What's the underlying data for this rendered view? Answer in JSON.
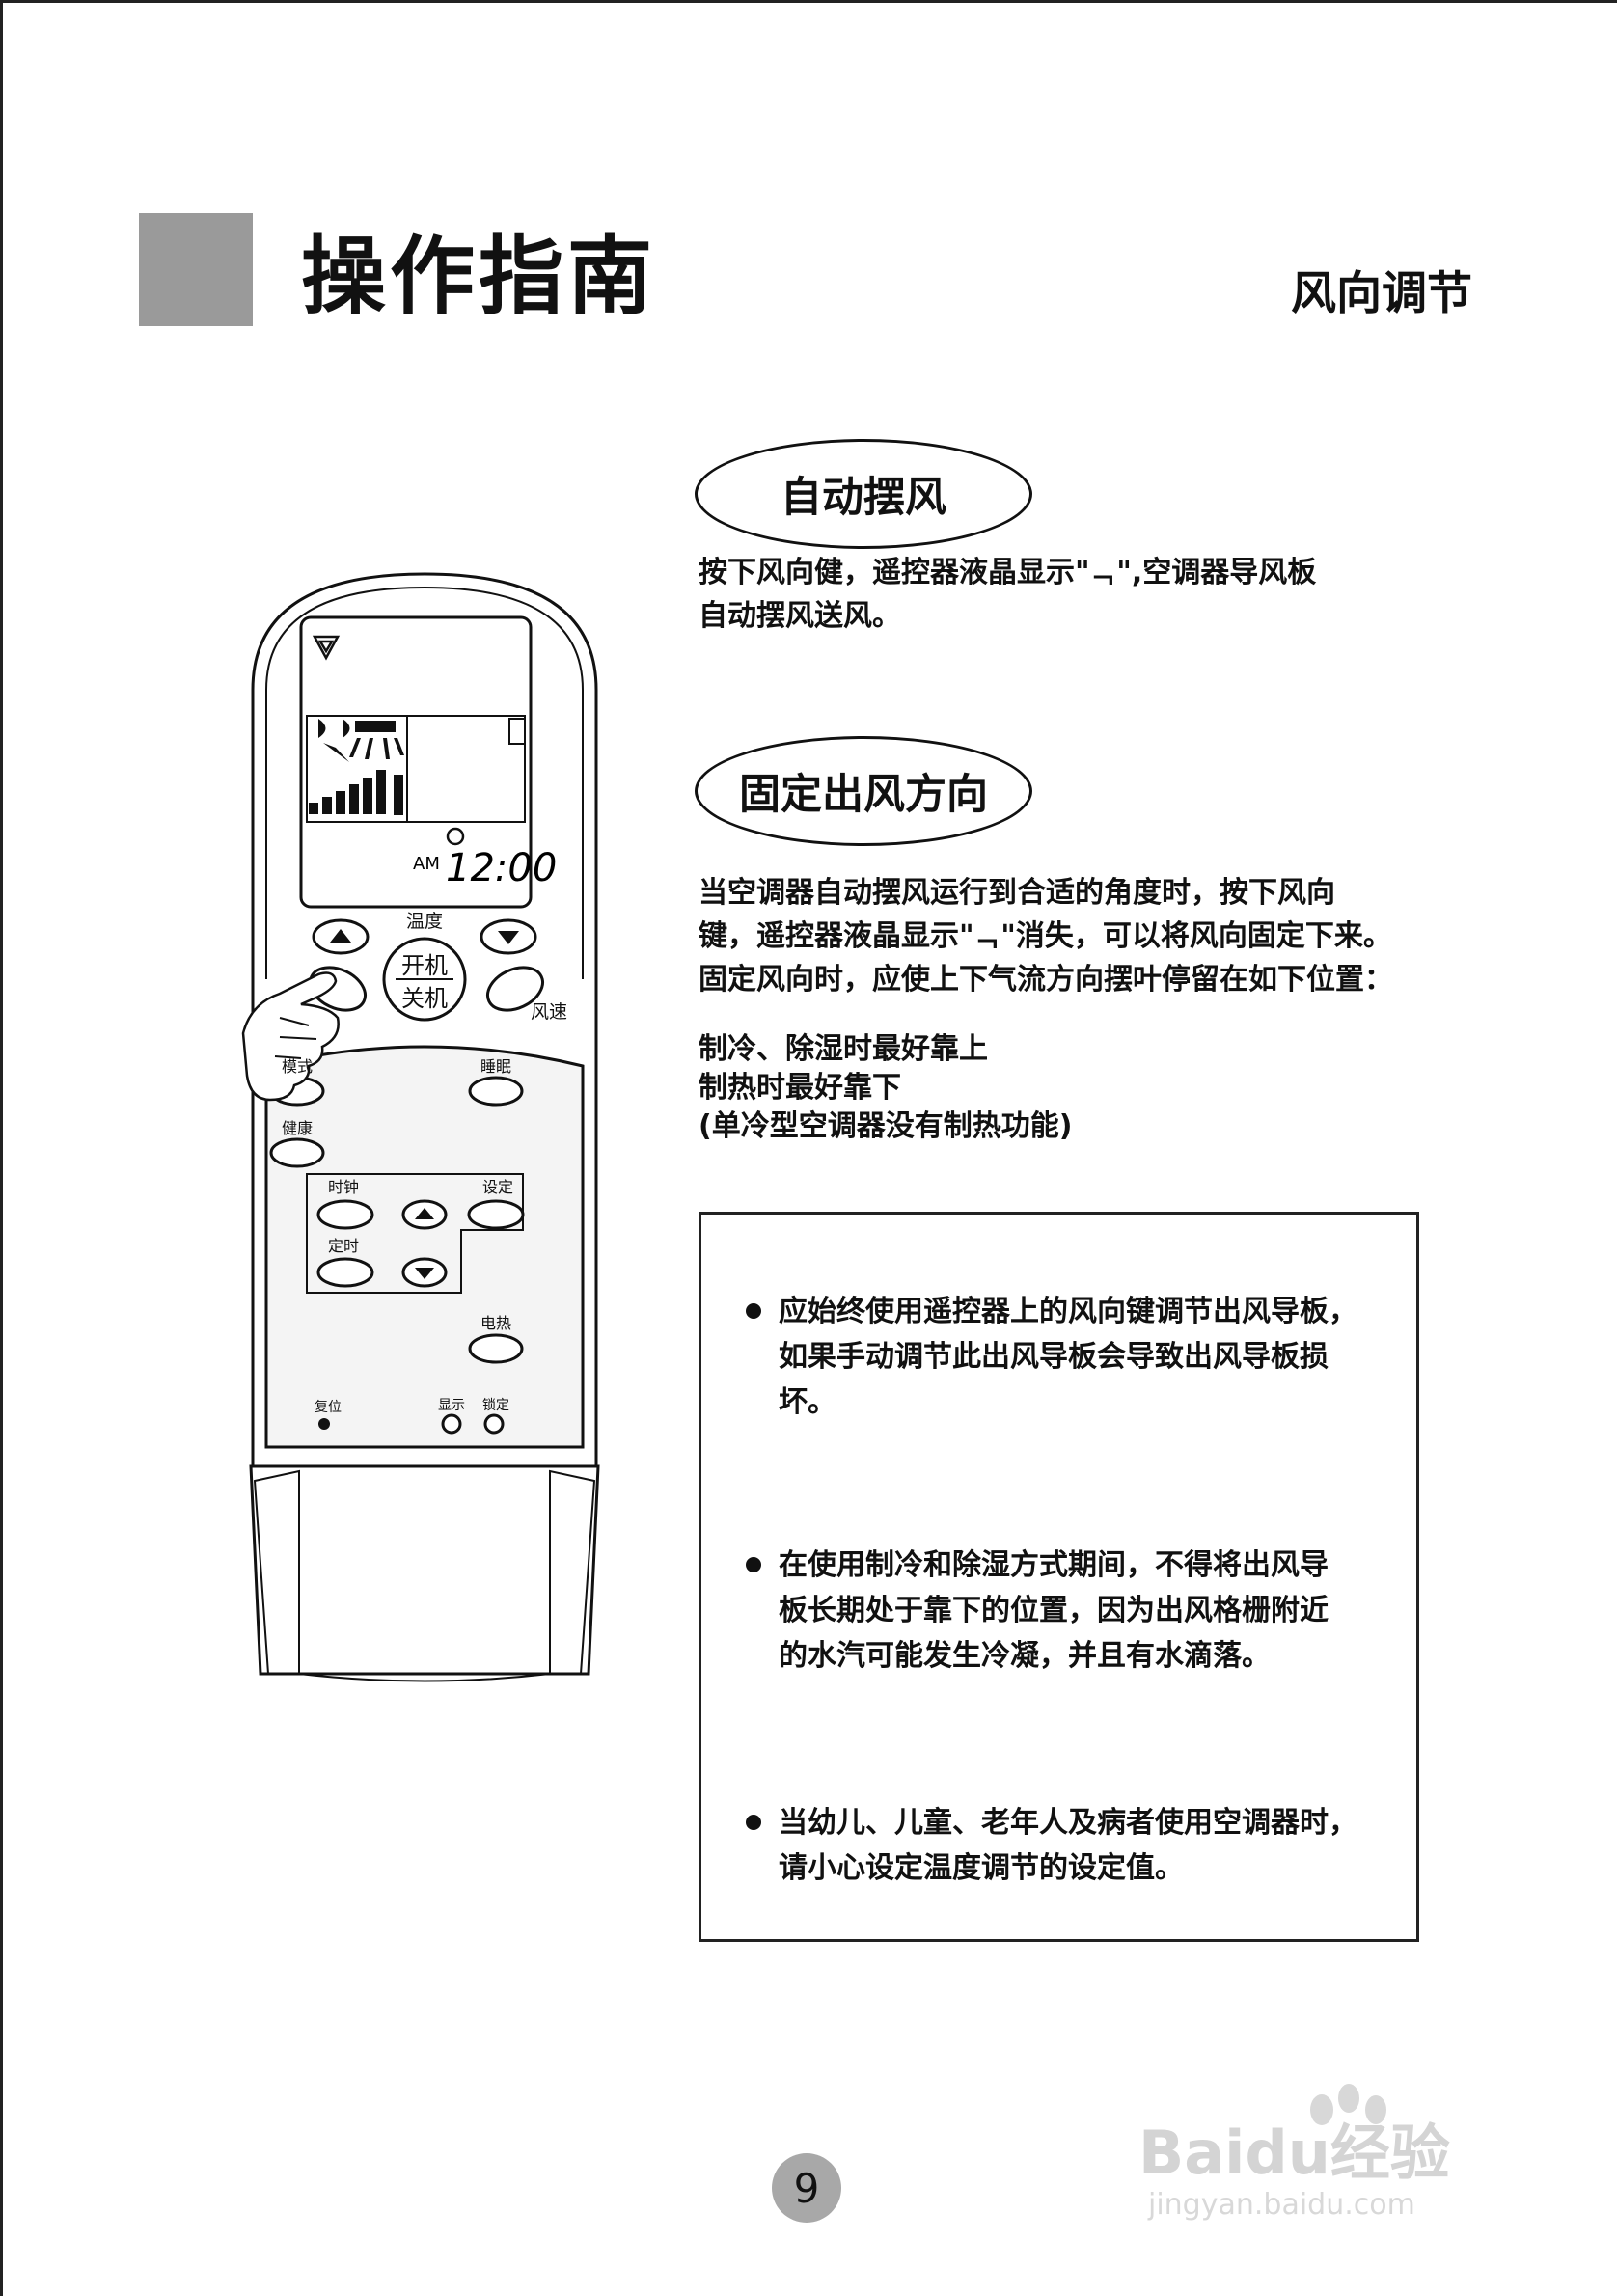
{
  "header": {
    "title": "操作指南",
    "section": "风向调节"
  },
  "auto_swing": {
    "heading": "自动摆风",
    "lines": [
      "按下风向健，遥控器液晶显示\"ᆨ\",空调器导风板",
      "自动摆风送风。"
    ]
  },
  "fixed_direction": {
    "heading": "固定出风方向",
    "lines": [
      "当空调器自动摆风运行到合适的角度时，按下风向",
      "键，遥控器液晶显示\"ᆨ\"消失，可以将风向固定下来。",
      "固定风向时，应使上下气流方向摆叶停留在如下位置："
    ],
    "positions": [
      "制冷、除湿时最好靠上",
      "制热时最好靠下",
      "(单冷型空调器没有制热功能)"
    ]
  },
  "notes": [
    {
      "lines": [
        "应始终使用遥控器上的风向键调节出风导板，",
        "如果手动调节此出风导板会导致出风导板损",
        "坏。"
      ]
    },
    {
      "lines": [
        "在使用制冷和除湿方式期间，不得将出风导",
        "板长期处于靠下的位置，因为出风格栅附近",
        "的水汽可能发生冷凝，并且有水滴落。"
      ]
    },
    {
      "lines": [
        "当幼儿、儿童、老年人及病者使用空调器时，",
        "请小心设定温度调节的设定值。"
      ]
    }
  ],
  "remote": {
    "lcd_am": "AM",
    "lcd_time": "12:00",
    "temp_label": "温度",
    "power_on": "开机",
    "power_off": "关机",
    "fan_speed": "风速",
    "mode": "模式",
    "sleep": "睡眠",
    "health": "健康",
    "clock": "时钟",
    "set": "设定",
    "timer": "定时",
    "heater": "电热",
    "reset": "复位",
    "display": "显示",
    "lock": "锁定"
  },
  "page_number": "9",
  "watermark": {
    "brand": "Baidu经验",
    "url": "jingyan.baidu.com"
  }
}
